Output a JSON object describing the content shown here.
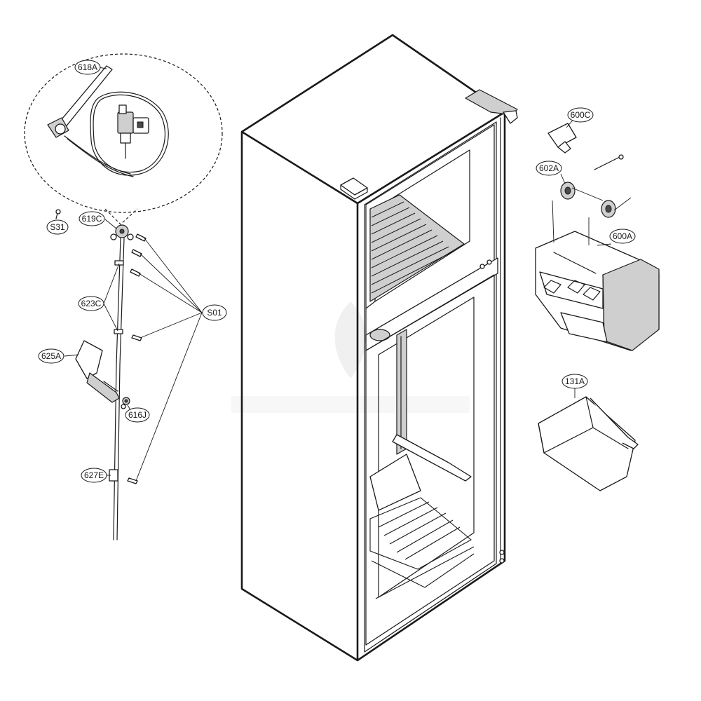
{
  "diagram": {
    "type": "exploded parts diagram",
    "subject": "refrigerator cabinet with ice maker assembly",
    "callouts": [
      {
        "id": "c618A",
        "label": "618A"
      },
      {
        "id": "c619C",
        "label": "619C"
      },
      {
        "id": "cS31",
        "label": "S31"
      },
      {
        "id": "c623C",
        "label": "623C"
      },
      {
        "id": "cS01",
        "label": "S01"
      },
      {
        "id": "c625A",
        "label": "625A"
      },
      {
        "id": "c616J",
        "label": "616J"
      },
      {
        "id": "c627E",
        "label": "627E"
      },
      {
        "id": "c600C",
        "label": "600C"
      },
      {
        "id": "c602A",
        "label": "602A"
      },
      {
        "id": "c600A",
        "label": "600A"
      },
      {
        "id": "c131A",
        "label": "131A"
      }
    ]
  }
}
